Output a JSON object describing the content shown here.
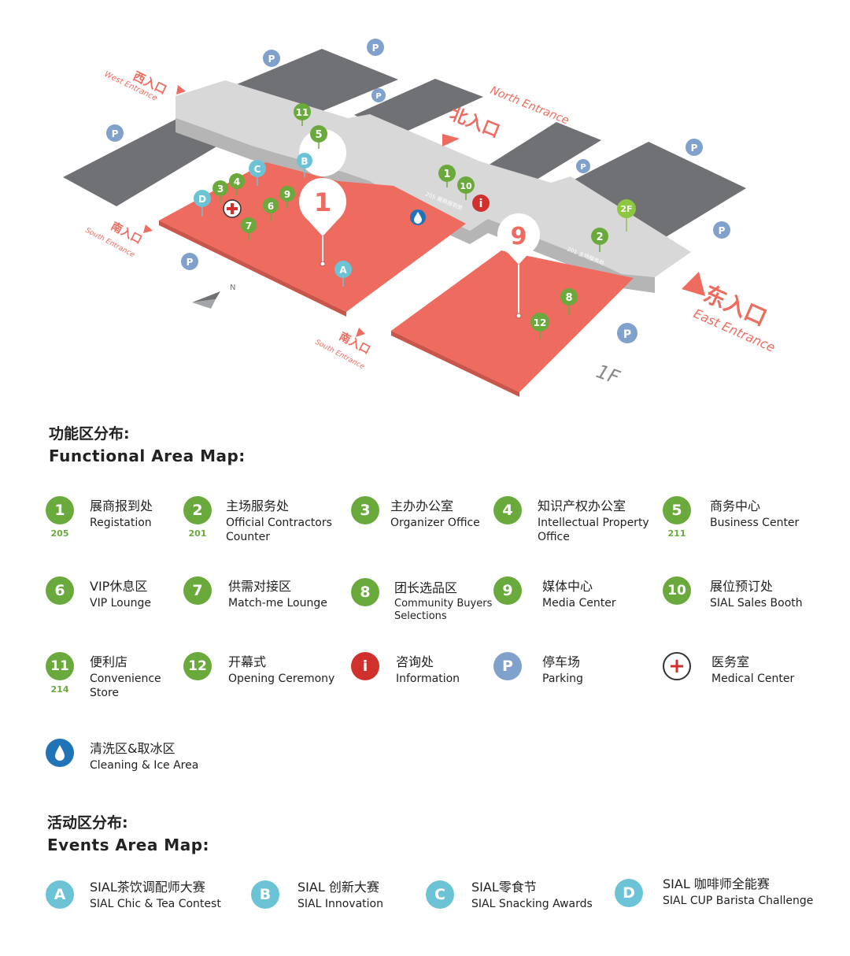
{
  "map": {
    "floor": "1F",
    "entrances": {
      "west": {
        "zh": "西入口",
        "en": "West Entrance"
      },
      "north": {
        "zh": "北入口",
        "en": "North Entrance"
      },
      "east": {
        "zh": "东入口",
        "en": "East Entrance"
      },
      "south1": {
        "zh": "南入口",
        "en": "South Entrance"
      },
      "south2": {
        "zh": "南入口",
        "en": "South Entrance"
      }
    },
    "hall_labels": {
      "h1": "1",
      "h9": "9"
    },
    "room_labels": {
      "r205": "205 展商报到处",
      "r201": "201 主场服务处"
    },
    "markers": {
      "m11": "11",
      "m5": "5",
      "mB": "B",
      "mC": "C",
      "m4": "4",
      "m3": "3",
      "mD": "D",
      "m9": "9",
      "m6": "6",
      "m7": "7",
      "m1": "1",
      "m10": "10",
      "mA": "A",
      "m2F": "2F",
      "m2": "2",
      "m8": "8",
      "m12": "12"
    },
    "parking": "P",
    "info": "i",
    "colors": {
      "hall": "#ec6a5e",
      "building": "#6f7175",
      "corridor": "#d3d3d3",
      "green": "#6aaa3c",
      "cyan": "#6cc3d6",
      "parking": "#7fa1cc",
      "red": "#d0312d",
      "water": "#1f73b6"
    }
  },
  "functional": {
    "title_zh": "功能区分布:",
    "title_en": "Functional Area Map:",
    "items": [
      {
        "badge": "1",
        "sub": "205",
        "zh": "展商报到处",
        "en": "Registation",
        "icon": "number-badge"
      },
      {
        "badge": "2",
        "sub": "201",
        "zh": "主场服务处",
        "en": "Official Contractors Counter",
        "icon": "number-badge"
      },
      {
        "badge": "3",
        "sub": "",
        "zh": "主办办公室",
        "en": "Organizer Office",
        "icon": "number-badge"
      },
      {
        "badge": "4",
        "sub": "",
        "zh": "知识产权办公室",
        "en": "Intellectual Property Office",
        "icon": "number-badge"
      },
      {
        "badge": "5",
        "sub": "211",
        "zh": "商务中心",
        "en": "Business Center",
        "icon": "number-badge"
      },
      {
        "badge": "6",
        "sub": "",
        "zh": "VIP休息区",
        "en": "VIP Lounge",
        "icon": "number-badge"
      },
      {
        "badge": "7",
        "sub": "",
        "zh": "供需对接区",
        "en": "Match-me Lounge",
        "icon": "number-badge"
      },
      {
        "badge": "8",
        "sub": "",
        "zh": "团长选品区",
        "en": "Community Buyers Selections",
        "icon": "number-badge"
      },
      {
        "badge": "9",
        "sub": "",
        "zh": "媒体中心",
        "en": "Media Center",
        "icon": "number-badge"
      },
      {
        "badge": "10",
        "sub": "",
        "zh": "展位预订处",
        "en": "SIAL Sales Booth",
        "icon": "number-badge"
      },
      {
        "badge": "11",
        "sub": "214",
        "zh": "便利店",
        "en": "Convenience Store",
        "icon": "number-badge"
      },
      {
        "badge": "12",
        "sub": "",
        "zh": "开幕式",
        "en": "Opening Ceremony",
        "icon": "number-badge"
      },
      {
        "badge": "i",
        "sub": "",
        "zh": "咨询处",
        "en": "Information",
        "icon": "info-icon"
      },
      {
        "badge": "P",
        "sub": "",
        "zh": "停车场",
        "en": "Parking",
        "icon": "parking-icon"
      },
      {
        "badge": "+",
        "sub": "",
        "zh": "医务室",
        "en": "Medical Center",
        "icon": "medical-cross-icon"
      },
      {
        "badge": "💧",
        "sub": "",
        "zh": "清洗区&取冰区",
        "en": "Cleaning & Ice Area",
        "icon": "water-drop-icon"
      }
    ]
  },
  "events": {
    "title_zh": "活动区分布:",
    "title_en": "Events Area Map:",
    "items": [
      {
        "badge": "A",
        "zh": "SIAL茶饮调配师大赛",
        "en": "SIAL Chic & Tea Contest"
      },
      {
        "badge": "B",
        "zh": "SIAL 创新大赛",
        "en": "SIAL Innovation"
      },
      {
        "badge": "C",
        "zh": "SIAL零食节",
        "en": "SIAL Snacking Awards"
      },
      {
        "badge": "D",
        "zh": "SIAL 咖啡师全能赛",
        "en": "SIAL CUP Barista Challenge"
      }
    ]
  }
}
